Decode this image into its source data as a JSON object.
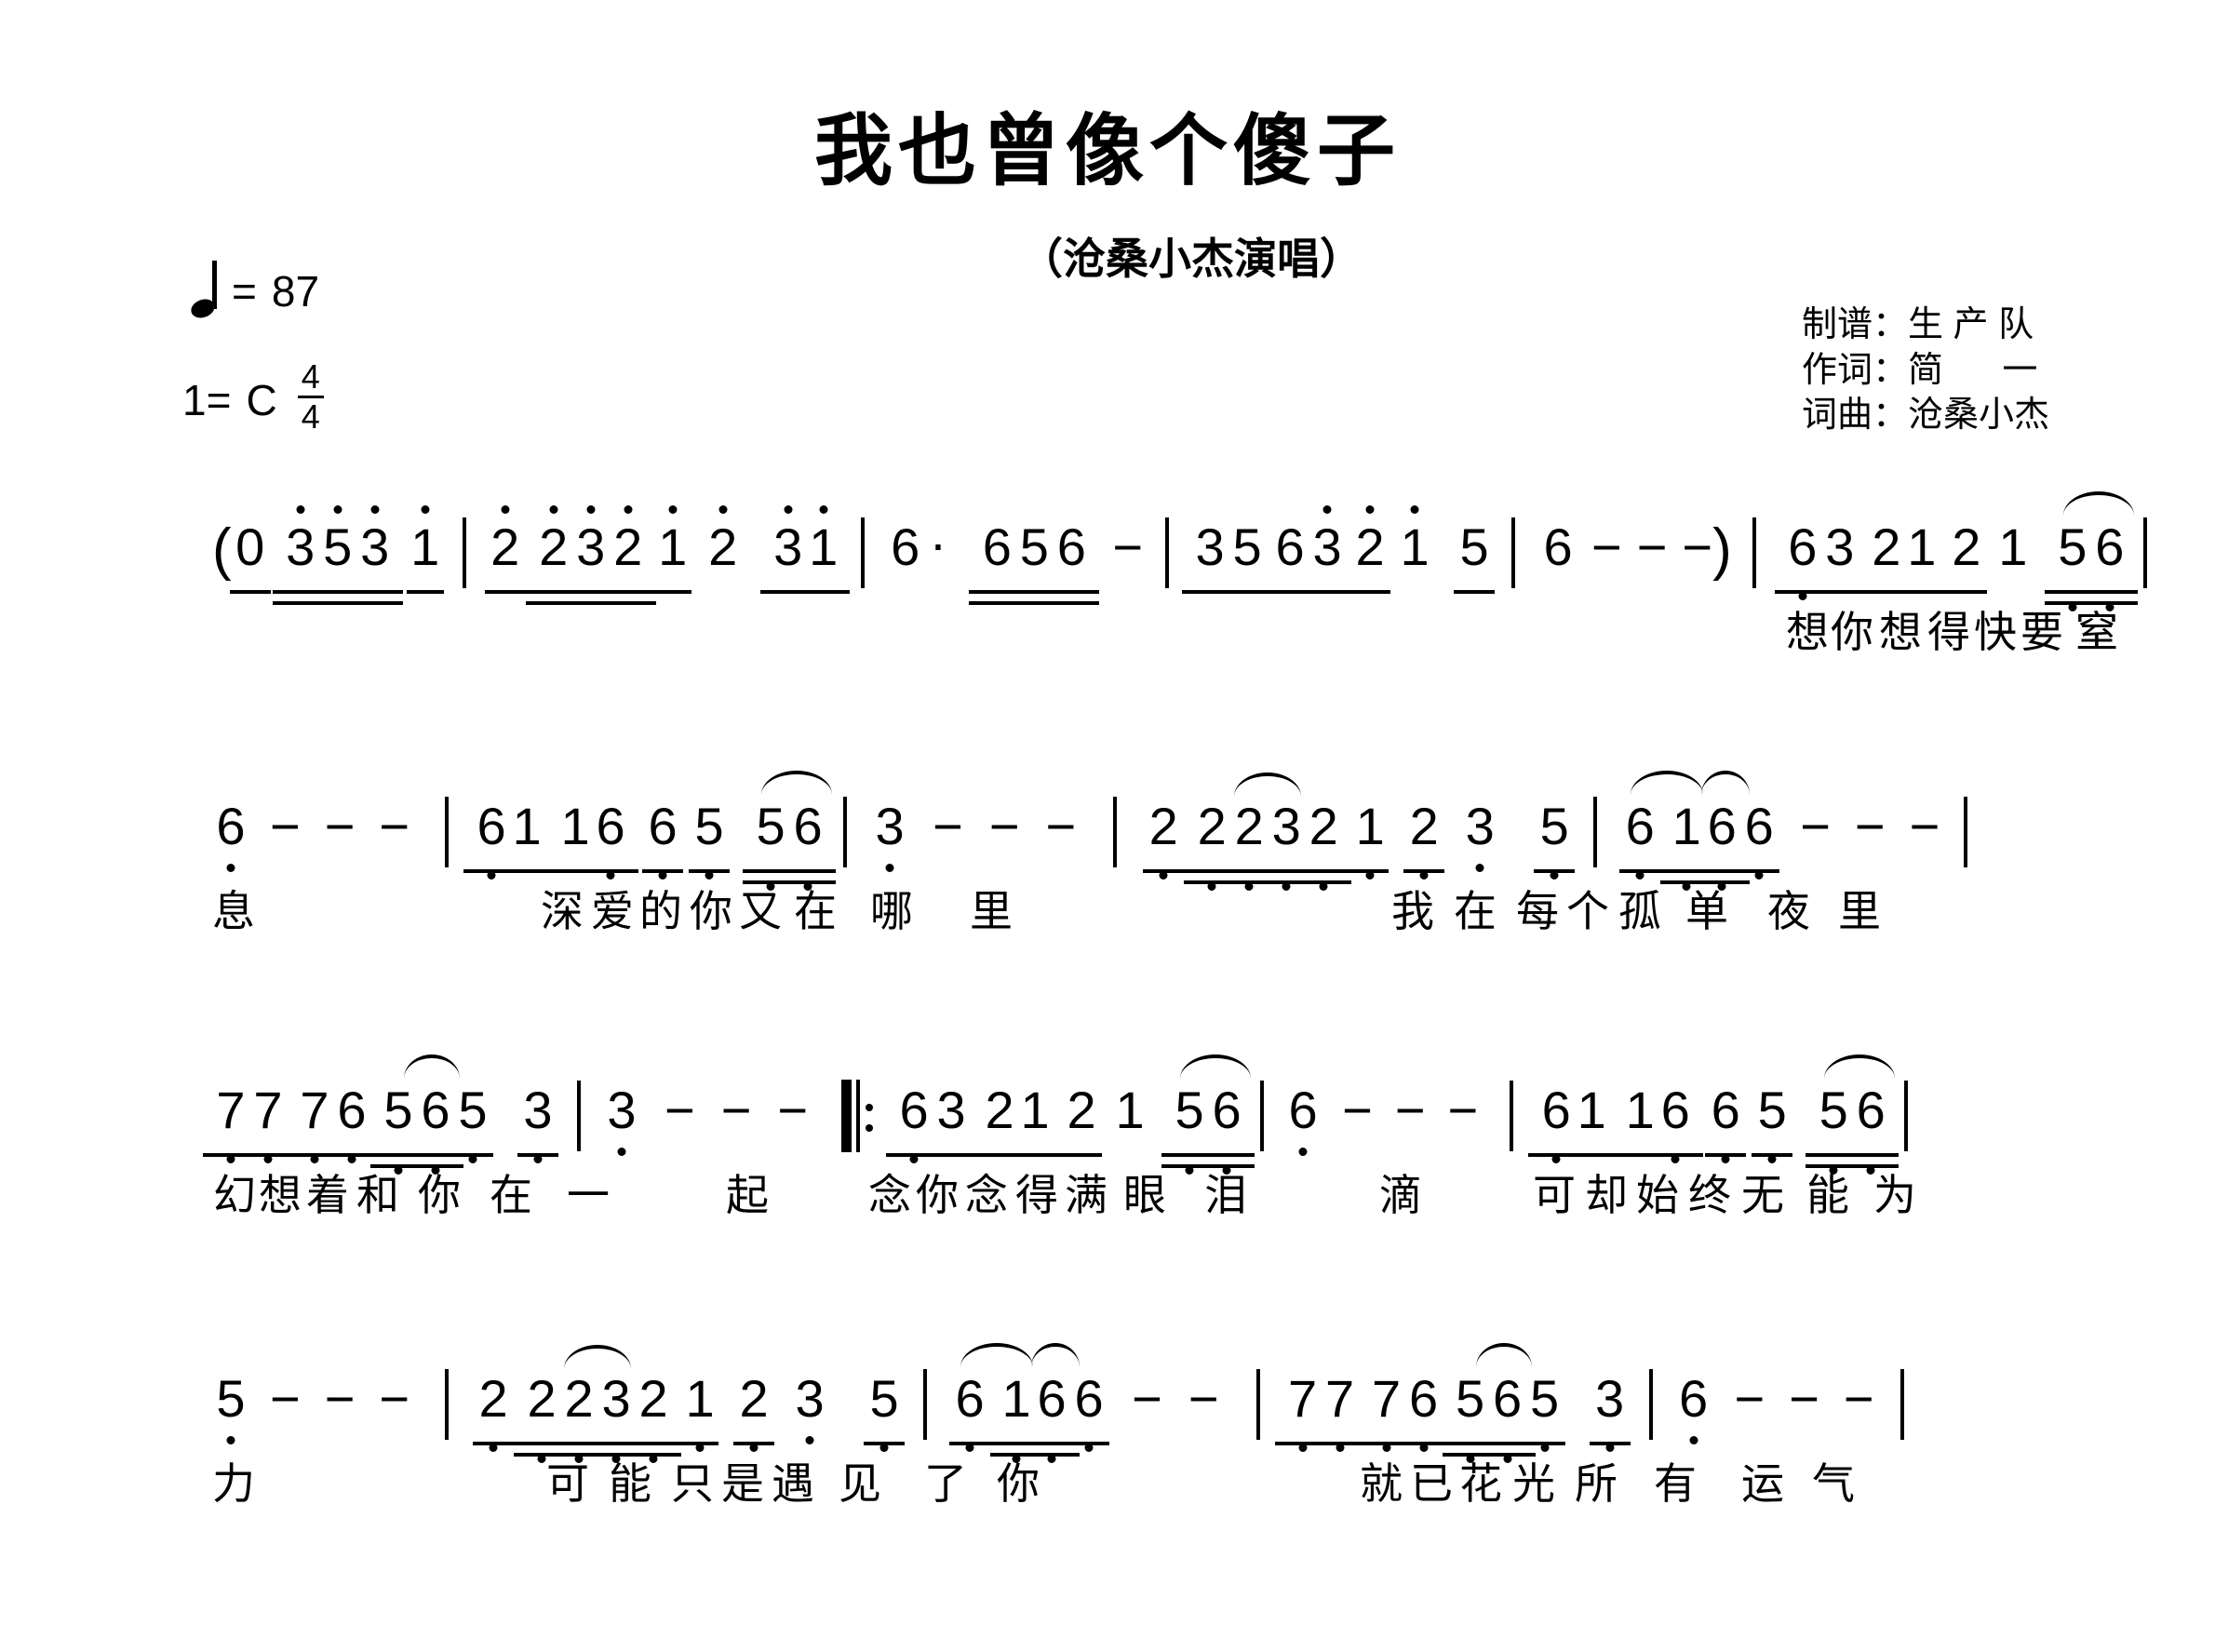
{
  "header": {
    "title": "我也曾像个傻子",
    "subtitle": "（沧桑小杰演唱）",
    "tempo_label": "=",
    "tempo_value": "87",
    "key_label": "1=",
    "key_value": "C",
    "time_num": "4",
    "time_den": "4",
    "credits": "制谱：生 产 队\n作词：简      一\n词曲：沧桑小杰",
    "credit_lines": [
      "制谱：生 产 队",
      "作词：简      一",
      "词曲：沧桑小杰"
    ]
  },
  "score": {
    "type": "jianpu",
    "key": "C",
    "time_signature": "4/4",
    "tempo_bpm": 87,
    "lines": [
      {
        "id": "line-1",
        "notes": "(0 3̇5̇3̇ 1̇ | 2̇ 2̇3̇2̇ 1̇ 2̇ 3̇1̇ | 6· 656 − | 3 5 6 3̇ 2̇ 1̇ 5 | 6 − − −) | 6̣ 3 2 1 2 1 5̣6̣ |",
        "lyrics": "想你想得快要 窒",
        "lyric_syllables": [
          "想",
          "你",
          "想",
          "得",
          "快",
          "要",
          "窒"
        ]
      },
      {
        "id": "line-2",
        "notes": "6̣ − − − | 6̣ 1 1 6̣ 6̣ 5̣ 5̣6̣ | 3̣ − − − | 2̣ 2̣3̣2̣ 1̣ 2̣ 3̣ 5̣ | 6̣ 1̣6̣6̣ − − − |",
        "lyrics": "息 深爱的你又在 哪 里 我在 每个孤单 夜 里",
        "lyric_syllables": [
          "息",
          "深",
          "爱",
          "的",
          "你",
          "又",
          "在",
          "哪",
          "里",
          "我",
          "在",
          "每",
          "个",
          "孤",
          "单",
          "夜",
          "里"
        ]
      },
      {
        "id": "line-3",
        "notes": "7̣ 7̣ 7̣ 6̣ 5̣6̣5̣ 3̣ | 3̣ − − − ‖: 6̣ 3 2 1 2 1 5̣6̣ | 6̣ − − − | 6̣ 1 1 6̣ 6̣ 5̣ 5̣6̣ |",
        "lyrics": "幻想着和你 在 一 起 念你念得满眼 泪 滴 可却始终无能 为",
        "lyric_syllables": [
          "幻",
          "想",
          "着",
          "和",
          "你",
          "在",
          "一",
          "起",
          "念",
          "你",
          "念",
          "得",
          "满",
          "眼",
          "泪",
          "滴",
          "可",
          "却",
          "始",
          "终",
          "无",
          "能",
          "为"
        ]
      },
      {
        "id": "line-4",
        "notes": "5̣ − − − | 2̣ 2̣3̣2̣ 1̣ 2̣ 3̣ 5̣ | 6̣ 1̣6̣6̣ − − | 7̣ 7̣ 7̣ 6̣ 5̣6̣5̣ 3̣ | 6̣ − − − |",
        "lyrics": "力 可能 只是遇见 了 你 就已花光所 有 运 气",
        "lyric_syllables": [
          "力",
          "可",
          "能",
          "只",
          "是",
          "遇",
          "见",
          "了",
          "你",
          "就",
          "已",
          "花",
          "光",
          "所",
          "有",
          "运",
          "气"
        ]
      }
    ],
    "full_lyrics": "想你想得快要窒息 深爱的你又在哪里 我在每个孤单夜里 幻想着和你在一起 念你念得满眼泪滴 可却始终无能为力 可能只是遇见了你 就已花光所有运气"
  }
}
